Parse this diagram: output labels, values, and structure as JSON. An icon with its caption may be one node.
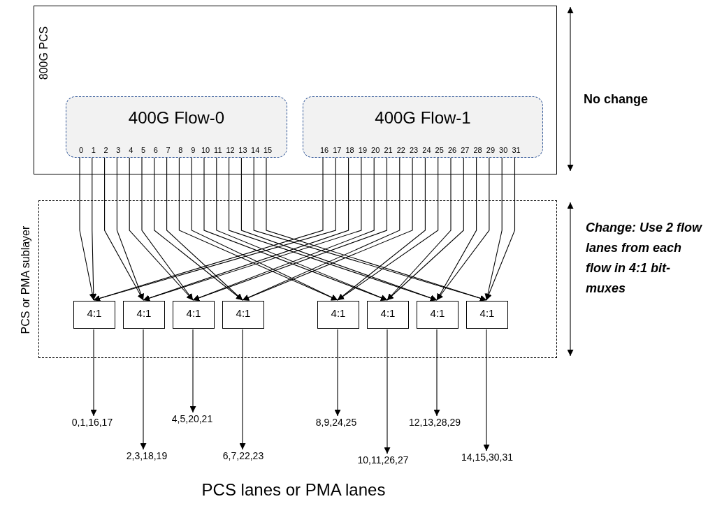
{
  "diagram": {
    "caption": "PCS lanes or PMA lanes",
    "nodes": [
      {
        "text": [
          "800G PCS"
        ]
      },
      {
        "text": [
          "400G Flow-0"
        ],
        "in": 0
      },
      {
        "text": [
          "0"
        ],
        "in": 1
      },
      {
        "text": [
          "1"
        ],
        "in": 1
      },
      {
        "text": [
          "2"
        ],
        "in": 1
      },
      {
        "text": [
          "3"
        ],
        "in": 1
      },
      {
        "text": [
          "4"
        ],
        "in": 1
      },
      {
        "text": [
          "5"
        ],
        "in": 1
      },
      {
        "text": [
          "6"
        ],
        "in": 1
      },
      {
        "text": [
          "7"
        ],
        "in": 1
      },
      {
        "text": [
          "8"
        ],
        "in": 1
      },
      {
        "text": [
          "9"
        ],
        "in": 1
      },
      {
        "text": [
          "10"
        ],
        "in": 1
      },
      {
        "text": [
          "11"
        ],
        "in": 1
      },
      {
        "text": [
          "12"
        ],
        "in": 1
      },
      {
        "text": [
          "13"
        ],
        "in": 1
      },
      {
        "text": [
          "14"
        ],
        "in": 1
      },
      {
        "text": [
          "15"
        ],
        "in": 1
      },
      {
        "text": [
          "400G Flow-1"
        ],
        "in": 0
      },
      {
        "text": [
          "16"
        ],
        "in": 18
      },
      {
        "text": [
          "17"
        ],
        "in": 18
      },
      {
        "text": [
          "18"
        ],
        "in": 18
      },
      {
        "text": [
          "19"
        ],
        "in": 18
      },
      {
        "text": [
          "20"
        ],
        "in": 18
      },
      {
        "text": [
          "21"
        ],
        "in": 18
      },
      {
        "text": [
          "22"
        ],
        "in": 18
      },
      {
        "text": [
          "23"
        ],
        "in": 18
      },
      {
        "text": [
          "24"
        ],
        "in": 18
      },
      {
        "text": [
          "25"
        ],
        "in": 18
      },
      {
        "text": [
          "26"
        ],
        "in": 18
      },
      {
        "text": [
          "27"
        ],
        "in": 18
      },
      {
        "text": [
          "28"
        ],
        "in": 18
      },
      {
        "text": [
          "29"
        ],
        "in": 18
      },
      {
        "text": [
          "30"
        ],
        "in": 18
      },
      {
        "text": [
          "31"
        ],
        "in": 18
      },
      {
        "text": [
          "PCS or PMA sublayer"
        ]
      },
      {
        "text": [
          "4:1"
        ],
        "in": 35
      },
      {
        "text": [
          "4:1"
        ],
        "in": 35
      },
      {
        "text": [
          "4:1"
        ],
        "in": 35
      },
      {
        "text": [
          "4:1"
        ],
        "in": 35
      },
      {
        "text": [
          "4:1"
        ],
        "in": 35
      },
      {
        "text": [
          "4:1"
        ],
        "in": 35
      },
      {
        "text": [
          "4:1"
        ],
        "in": 35
      },
      {
        "text": [
          "4:1"
        ],
        "in": 35
      },
      {
        "text": [
          "0,1,16,17"
        ]
      },
      {
        "text": [
          "2,3,18,19"
        ]
      },
      {
        "text": [
          "4,5,20,21"
        ]
      },
      {
        "text": [
          "6,7,22,23"
        ]
      },
      {
        "text": [
          "8,9,24,25"
        ]
      },
      {
        "text": [
          "10,11,26,27"
        ]
      },
      {
        "text": [
          "12,13,28,29"
        ]
      },
      {
        "text": [
          "14,15,30,31"
        ]
      }
    ],
    "edges": [
      {
        "from": 2,
        "to": 36,
        "arrow": "to"
      },
      {
        "from": 3,
        "to": 36,
        "arrow": "to"
      },
      {
        "from": 4,
        "to": 37,
        "arrow": "to"
      },
      {
        "from": 5,
        "to": 37,
        "arrow": "to"
      },
      {
        "from": 6,
        "to": 38,
        "arrow": "to"
      },
      {
        "from": 7,
        "to": 38,
        "arrow": "to"
      },
      {
        "from": 8,
        "to": 39,
        "arrow": "to"
      },
      {
        "from": 9,
        "to": 39,
        "arrow": "to"
      },
      {
        "from": 10,
        "to": 40,
        "arrow": "to"
      },
      {
        "from": 11,
        "to": 40,
        "arrow": "to"
      },
      {
        "from": 12,
        "to": 41,
        "arrow": "to"
      },
      {
        "from": 13,
        "to": 41,
        "arrow": "to"
      },
      {
        "from": 14,
        "to": 42,
        "arrow": "to"
      },
      {
        "from": 15,
        "to": 42,
        "arrow": "to"
      },
      {
        "from": 16,
        "to": 43,
        "arrow": "to"
      },
      {
        "from": 17,
        "to": 43,
        "arrow": "to"
      },
      {
        "from": 19,
        "to": 36,
        "arrow": "to"
      },
      {
        "from": 20,
        "to": 36,
        "arrow": "to"
      },
      {
        "from": 21,
        "to": 37,
        "arrow": "to"
      },
      {
        "from": 22,
        "to": 37,
        "arrow": "to"
      },
      {
        "from": 23,
        "to": 38,
        "arrow": "to"
      },
      {
        "from": 24,
        "to": 38,
        "arrow": "to"
      },
      {
        "from": 25,
        "to": 39,
        "arrow": "to"
      },
      {
        "from": 26,
        "to": 39,
        "arrow": "to"
      },
      {
        "from": 27,
        "to": 40,
        "arrow": "to"
      },
      {
        "from": 28,
        "to": 40,
        "arrow": "to"
      },
      {
        "from": 29,
        "to": 41,
        "arrow": "to"
      },
      {
        "from": 30,
        "to": 41,
        "arrow": "to"
      },
      {
        "from": 31,
        "to": 42,
        "arrow": "to"
      },
      {
        "from": 32,
        "to": 42,
        "arrow": "to"
      },
      {
        "from": 33,
        "to": 43,
        "arrow": "to"
      },
      {
        "from": 34,
        "to": 43,
        "arrow": "to"
      },
      {
        "from": 36,
        "to": 44,
        "arrow": "to"
      },
      {
        "from": 37,
        "to": 45,
        "arrow": "to"
      },
      {
        "from": 38,
        "to": 46,
        "arrow": "to"
      },
      {
        "from": 39,
        "to": 47,
        "arrow": "to"
      },
      {
        "from": 40,
        "to": 48,
        "arrow": "to"
      },
      {
        "from": 41,
        "to": 49,
        "arrow": "to"
      },
      {
        "from": 42,
        "to": 50,
        "arrow": "to"
      },
      {
        "from": 43,
        "to": 51,
        "arrow": "to"
      }
    ],
    "labels": [
      "No change",
      "Change: Use 2 flow lanes from each flow in 4:1 bit-muxes"
    ]
  }
}
